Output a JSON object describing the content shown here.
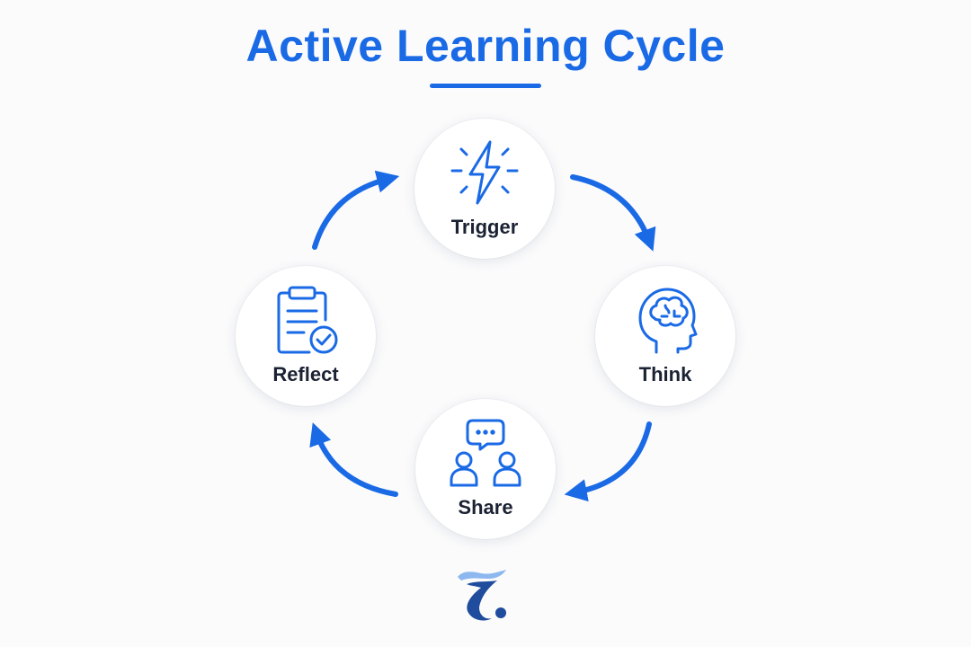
{
  "title": "Active Learning Cycle",
  "colors": {
    "accent": "#1a6ae6",
    "label": "#1b2233",
    "node_bg": "#ffffff",
    "logo_light": "#8cb8ef",
    "logo_dark": "#1f4c9c"
  },
  "nodes": [
    {
      "label": "Trigger",
      "icon": "lightning-bolt-icon"
    },
    {
      "label": "Think",
      "icon": "brain-head-icon"
    },
    {
      "label": "Share",
      "icon": "people-chat-icon"
    },
    {
      "label": "Reflect",
      "icon": "clipboard-check-icon"
    }
  ],
  "logo": {
    "icon": "brand-logo-icon"
  }
}
